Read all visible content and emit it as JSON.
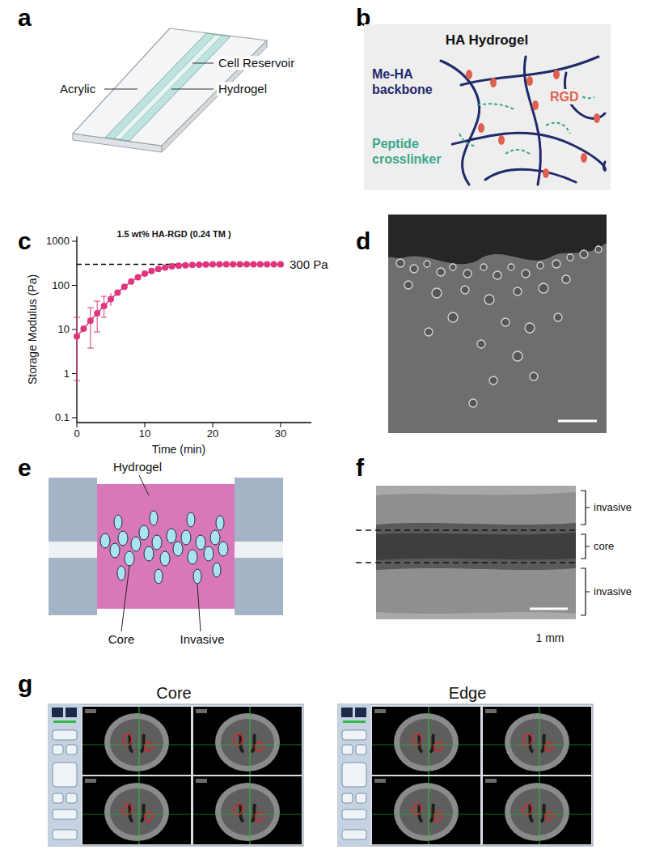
{
  "diagram": {
    "nodes": [
      {
        "text": [
          "HA Hydrogel",
          "Me-HA backbone",
          "RGD",
          "Peptide crosslinker"
        ]
      }
    ],
    "labels": [
      "a",
      "Acrylic",
      "Cell Reservoir",
      "Hydrogel",
      "b",
      "c",
      "1.5 wt% HA-RGD (0.24 TM )",
      "1000",
      "100",
      "10",
      "1",
      "0.1",
      "Storage Modulus (Pa)",
      "0",
      "10",
      "20",
      "30",
      "Time (min)",
      "300 Pa",
      "d",
      "e",
      "Hydrogel",
      "Core",
      "Invasive",
      "f",
      "invasive",
      "core",
      "invasive",
      "1 mm",
      "g",
      "Core",
      "Edge"
    ]
  }
}
